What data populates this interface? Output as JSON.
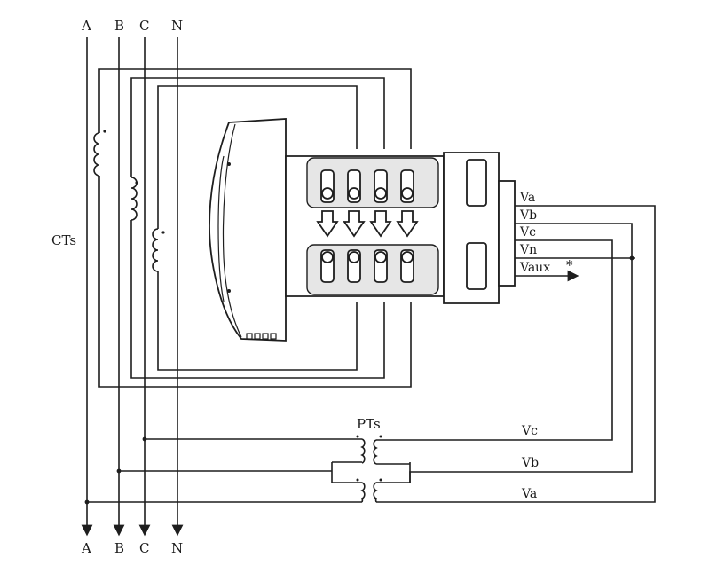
{
  "phases": {
    "top": [
      "A",
      "B",
      "C",
      "N"
    ],
    "bottom": [
      "A",
      "B",
      "C",
      "N"
    ]
  },
  "labels": {
    "cts": "CTs",
    "pts": "PTs",
    "meter_terminals": [
      "Va",
      "Vb",
      "Vc",
      "Vn",
      "Vaux"
    ],
    "aux_mark": "*",
    "pt_outputs": [
      "Vc",
      "Vb",
      "Va"
    ]
  },
  "colors": {
    "wire": "#1e1e1e",
    "background": "#ffffff",
    "device_shade": "#e6e6e6"
  }
}
